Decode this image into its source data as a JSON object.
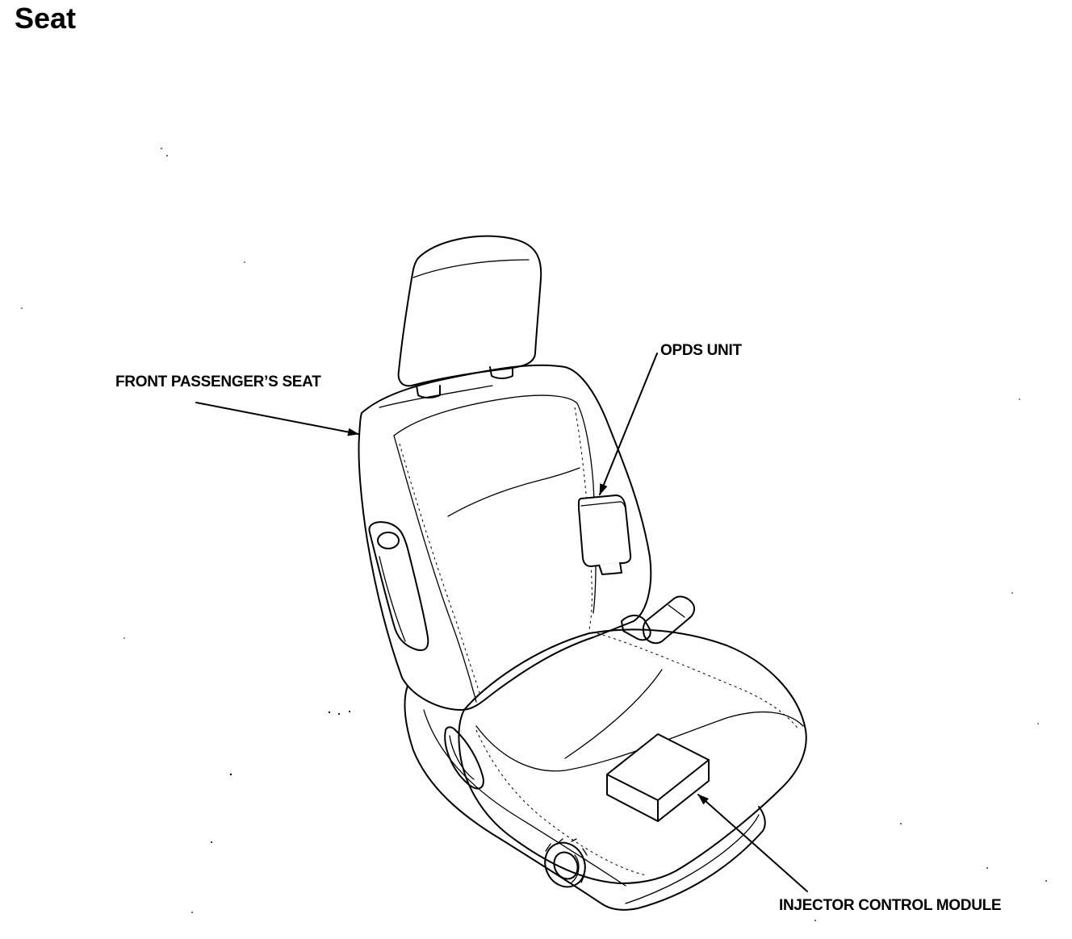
{
  "page": {
    "title": "Seat"
  },
  "callouts": {
    "front_passenger_seat": "FRONT PASSENGER’S SEAT",
    "opds_unit": "OPDS UNIT",
    "injector_control_module": "INJECTOR CONTROL MODULE"
  },
  "icons": {
    "seat": "seat-illustration-icon",
    "opds": "opds-unit-icon",
    "module": "control-module-box-icon"
  }
}
